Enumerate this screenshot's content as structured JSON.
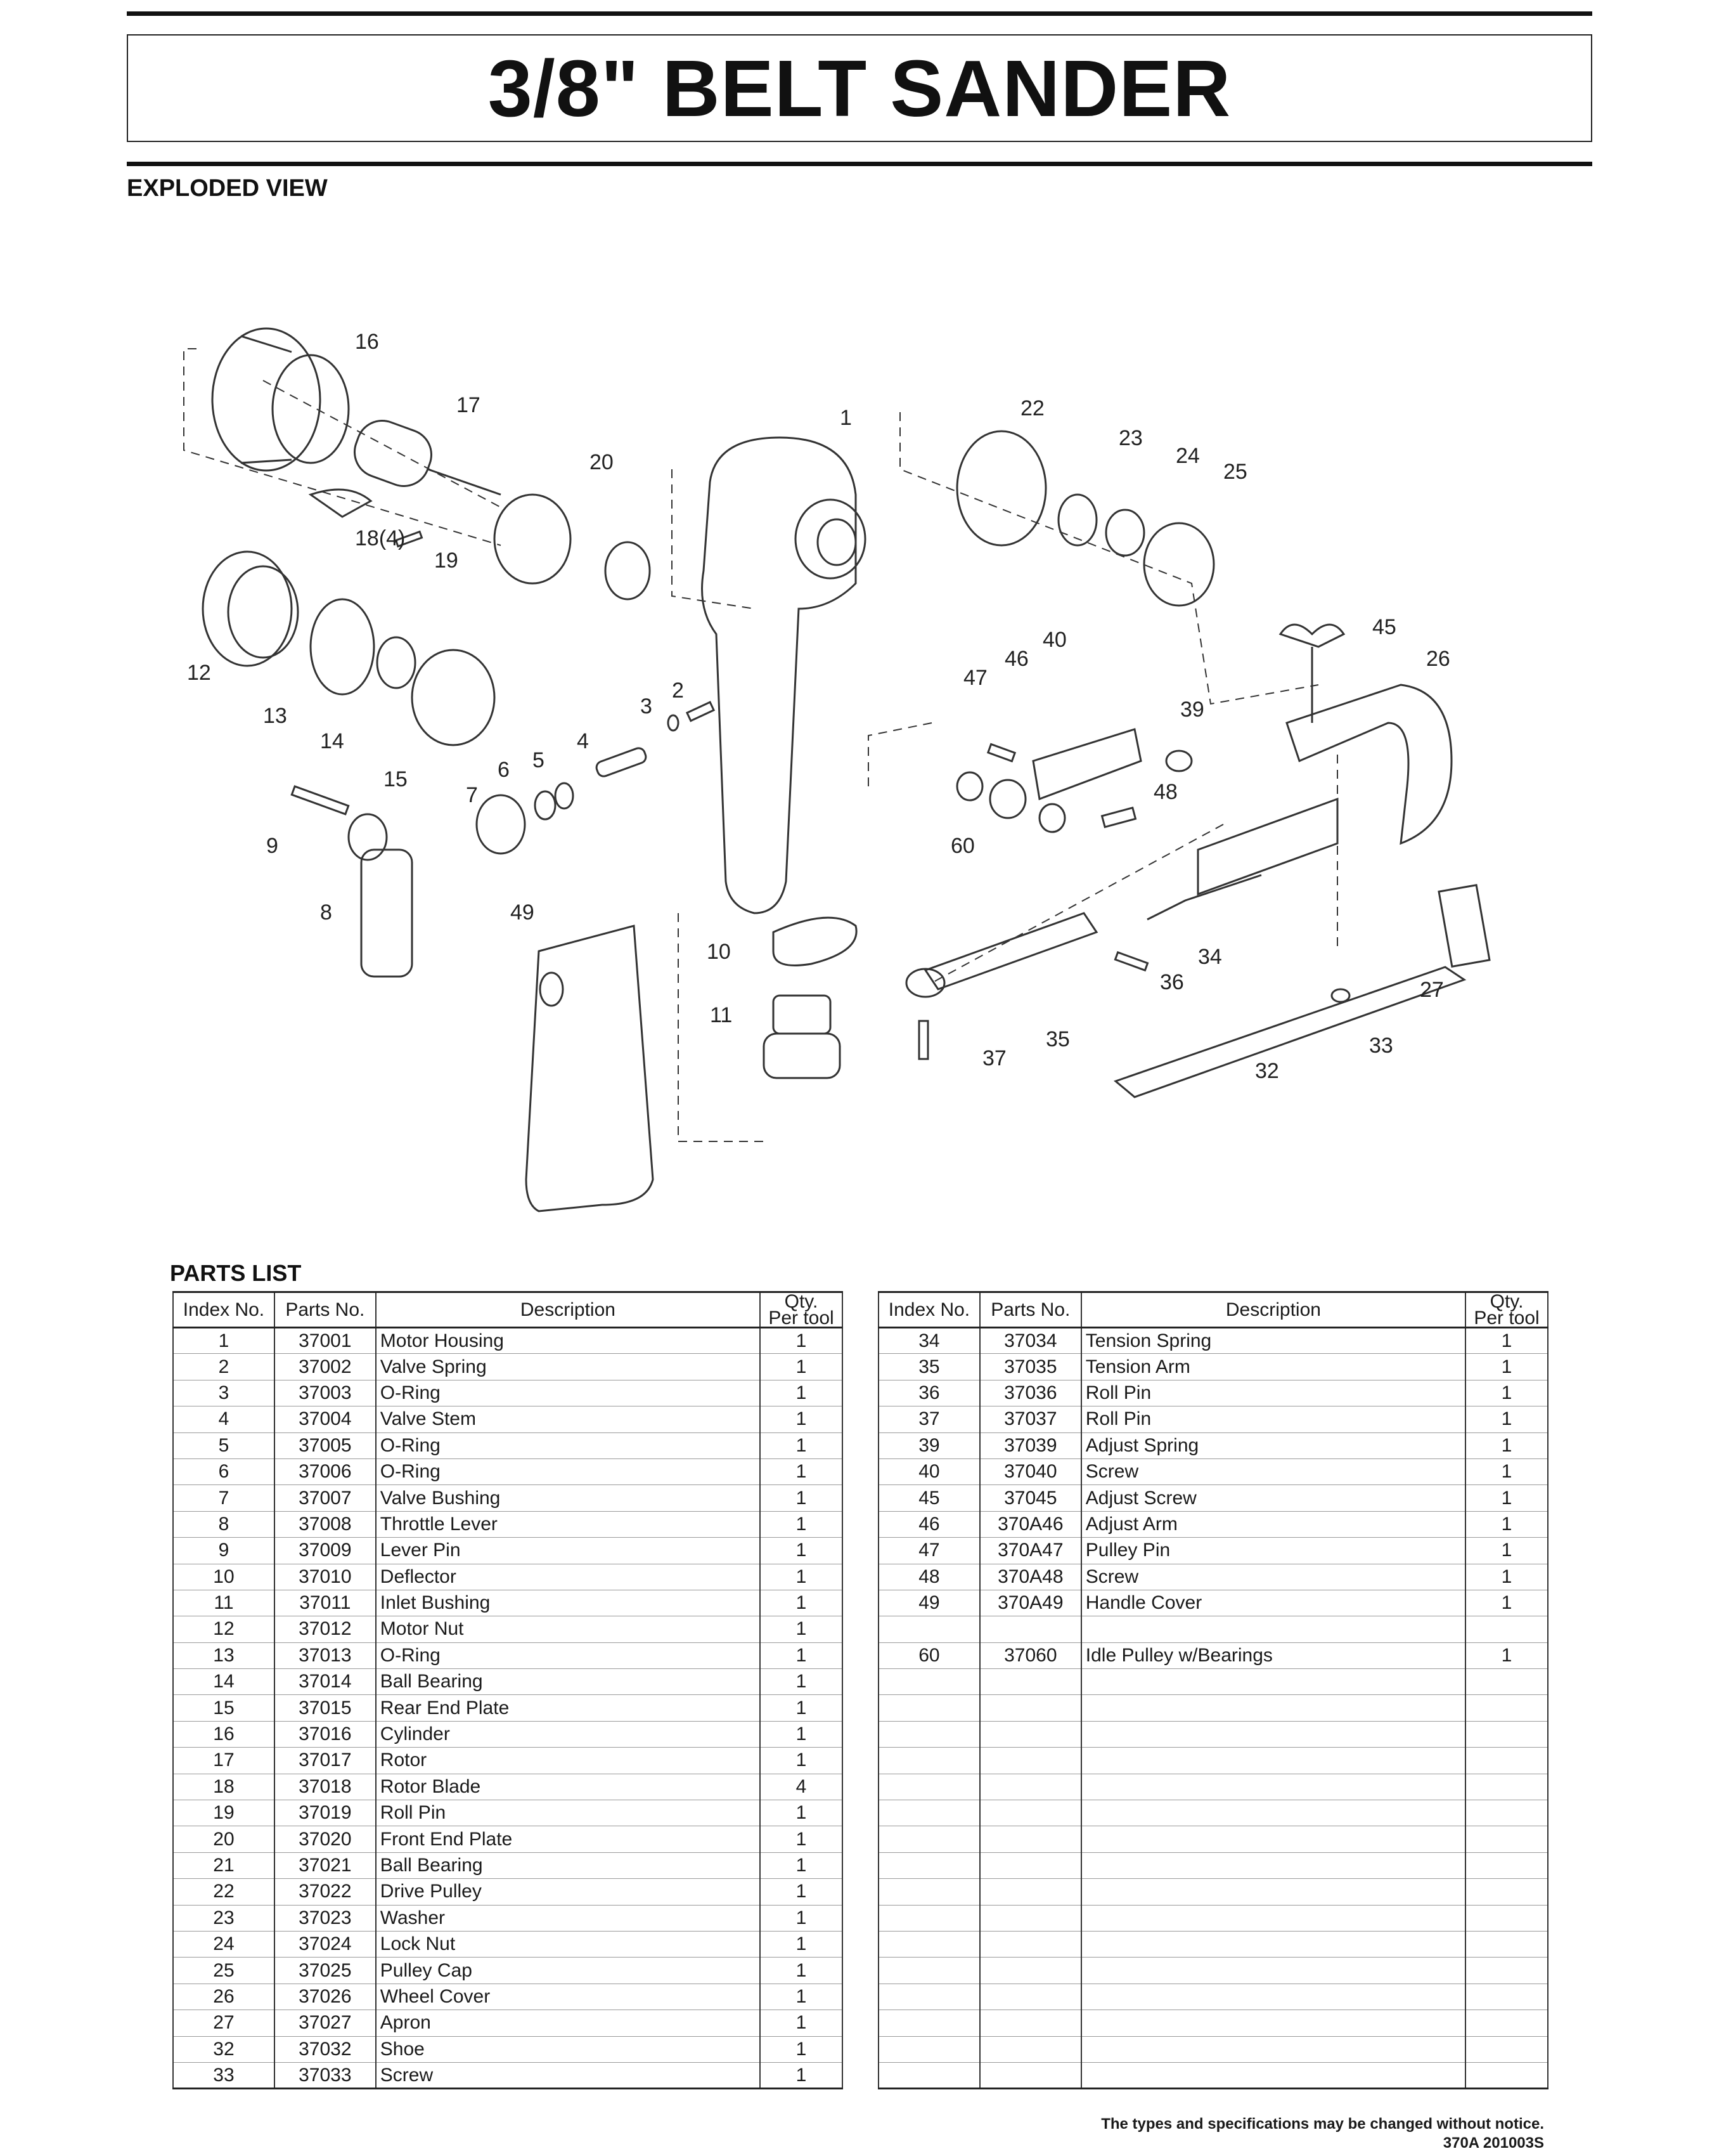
{
  "title": "3/8\"   BELT SANDER",
  "exploded_label": "EXPLODED VIEW",
  "parts_label": "PARTS LIST",
  "diagram_callouts": [
    "16",
    "17",
    "1",
    "22",
    "23",
    "24",
    "25",
    "20",
    "18(4)",
    "19",
    "12",
    "13",
    "14",
    "15",
    "2",
    "3",
    "4",
    "5",
    "6",
    "7",
    "9",
    "8",
    "49",
    "10",
    "11",
    "40",
    "46",
    "47",
    "39",
    "45",
    "26",
    "48",
    "60",
    "34",
    "36",
    "27",
    "35",
    "37",
    "33",
    "32"
  ],
  "table_headers": {
    "index": "Index No.",
    "parts": "Parts No.",
    "description": "Description",
    "qty_line1": "Qty.",
    "qty_line2": "Per tool"
  },
  "parts_left": [
    {
      "index": "1",
      "part": "37001",
      "description": "Motor Housing",
      "qty": "1"
    },
    {
      "index": "2",
      "part": "37002",
      "description": "Valve Spring",
      "qty": "1"
    },
    {
      "index": "3",
      "part": "37003",
      "description": "O-Ring",
      "qty": "1"
    },
    {
      "index": "4",
      "part": "37004",
      "description": "Valve Stem",
      "qty": "1"
    },
    {
      "index": "5",
      "part": "37005",
      "description": "O-Ring",
      "qty": "1"
    },
    {
      "index": "6",
      "part": "37006",
      "description": "O-Ring",
      "qty": "1"
    },
    {
      "index": "7",
      "part": "37007",
      "description": "Valve Bushing",
      "qty": "1"
    },
    {
      "index": "8",
      "part": "37008",
      "description": "Throttle Lever",
      "qty": "1"
    },
    {
      "index": "9",
      "part": "37009",
      "description": "Lever Pin",
      "qty": "1"
    },
    {
      "index": "10",
      "part": "37010",
      "description": "Deflector",
      "qty": "1"
    },
    {
      "index": "11",
      "part": "37011",
      "description": "Inlet Bushing",
      "qty": "1"
    },
    {
      "index": "12",
      "part": "37012",
      "description": "Motor Nut",
      "qty": "1"
    },
    {
      "index": "13",
      "part": "37013",
      "description": "O-Ring",
      "qty": "1"
    },
    {
      "index": "14",
      "part": "37014",
      "description": "Ball Bearing",
      "qty": "1"
    },
    {
      "index": "15",
      "part": "37015",
      "description": "Rear End Plate",
      "qty": "1"
    },
    {
      "index": "16",
      "part": "37016",
      "description": "Cylinder",
      "qty": "1"
    },
    {
      "index": "17",
      "part": "37017",
      "description": "Rotor",
      "qty": "1"
    },
    {
      "index": "18",
      "part": "37018",
      "description": "Rotor Blade",
      "qty": "4"
    },
    {
      "index": "19",
      "part": "37019",
      "description": "Roll Pin",
      "qty": "1"
    },
    {
      "index": "20",
      "part": "37020",
      "description": "Front End Plate",
      "qty": "1"
    },
    {
      "index": "21",
      "part": "37021",
      "description": "Ball Bearing",
      "qty": "1"
    },
    {
      "index": "22",
      "part": "37022",
      "description": "Drive Pulley",
      "qty": "1"
    },
    {
      "index": "23",
      "part": "37023",
      "description": "Washer",
      "qty": "1"
    },
    {
      "index": "24",
      "part": "37024",
      "description": "Lock Nut",
      "qty": "1"
    },
    {
      "index": "25",
      "part": "37025",
      "description": "Pulley Cap",
      "qty": "1"
    },
    {
      "index": "26",
      "part": "37026",
      "description": "Wheel Cover",
      "qty": "1"
    },
    {
      "index": "27",
      "part": "37027",
      "description": "Apron",
      "qty": "1"
    },
    {
      "index": "32",
      "part": "37032",
      "description": "Shoe",
      "qty": "1"
    },
    {
      "index": "33",
      "part": "37033",
      "description": "Screw",
      "qty": "1"
    }
  ],
  "parts_right": [
    {
      "index": "34",
      "part": "37034",
      "description": "Tension Spring",
      "qty": "1"
    },
    {
      "index": "35",
      "part": "37035",
      "description": "Tension Arm",
      "qty": "1"
    },
    {
      "index": "36",
      "part": "37036",
      "description": "Roll Pin",
      "qty": "1"
    },
    {
      "index": "37",
      "part": "37037",
      "description": "Roll Pin",
      "qty": "1"
    },
    {
      "index": "39",
      "part": "37039",
      "description": "Adjust Spring",
      "qty": "1"
    },
    {
      "index": "40",
      "part": "37040",
      "description": "Screw",
      "qty": "1"
    },
    {
      "index": "45",
      "part": "37045",
      "description": "Adjust Screw",
      "qty": "1"
    },
    {
      "index": "46",
      "part": "370A46",
      "description": "Adjust Arm",
      "qty": "1"
    },
    {
      "index": "47",
      "part": "370A47",
      "description": "Pulley Pin",
      "qty": "1"
    },
    {
      "index": "48",
      "part": "370A48",
      "description": "Screw",
      "qty": "1"
    },
    {
      "index": "49",
      "part": "370A49",
      "description": "Handle Cover",
      "qty": "1"
    },
    {
      "index": "",
      "part": "",
      "description": "",
      "qty": ""
    },
    {
      "index": "60",
      "part": "37060",
      "description": "Idle Pulley w/Bearings",
      "qty": "1"
    },
    {
      "index": "",
      "part": "",
      "description": "",
      "qty": ""
    },
    {
      "index": "",
      "part": "",
      "description": "",
      "qty": ""
    },
    {
      "index": "",
      "part": "",
      "description": "",
      "qty": ""
    },
    {
      "index": "",
      "part": "",
      "description": "",
      "qty": ""
    },
    {
      "index": "",
      "part": "",
      "description": "",
      "qty": ""
    },
    {
      "index": "",
      "part": "",
      "description": "",
      "qty": ""
    },
    {
      "index": "",
      "part": "",
      "description": "",
      "qty": ""
    },
    {
      "index": "",
      "part": "",
      "description": "",
      "qty": ""
    },
    {
      "index": "",
      "part": "",
      "description": "",
      "qty": ""
    },
    {
      "index": "",
      "part": "",
      "description": "",
      "qty": ""
    },
    {
      "index": "",
      "part": "",
      "description": "",
      "qty": ""
    },
    {
      "index": "",
      "part": "",
      "description": "",
      "qty": ""
    },
    {
      "index": "",
      "part": "",
      "description": "",
      "qty": ""
    },
    {
      "index": "",
      "part": "",
      "description": "",
      "qty": ""
    },
    {
      "index": "",
      "part": "",
      "description": "",
      "qty": ""
    },
    {
      "index": "",
      "part": "",
      "description": "",
      "qty": ""
    }
  ],
  "footer_note": "The types and specifications may be changed without notice.",
  "footer_code": "370A  201003S"
}
